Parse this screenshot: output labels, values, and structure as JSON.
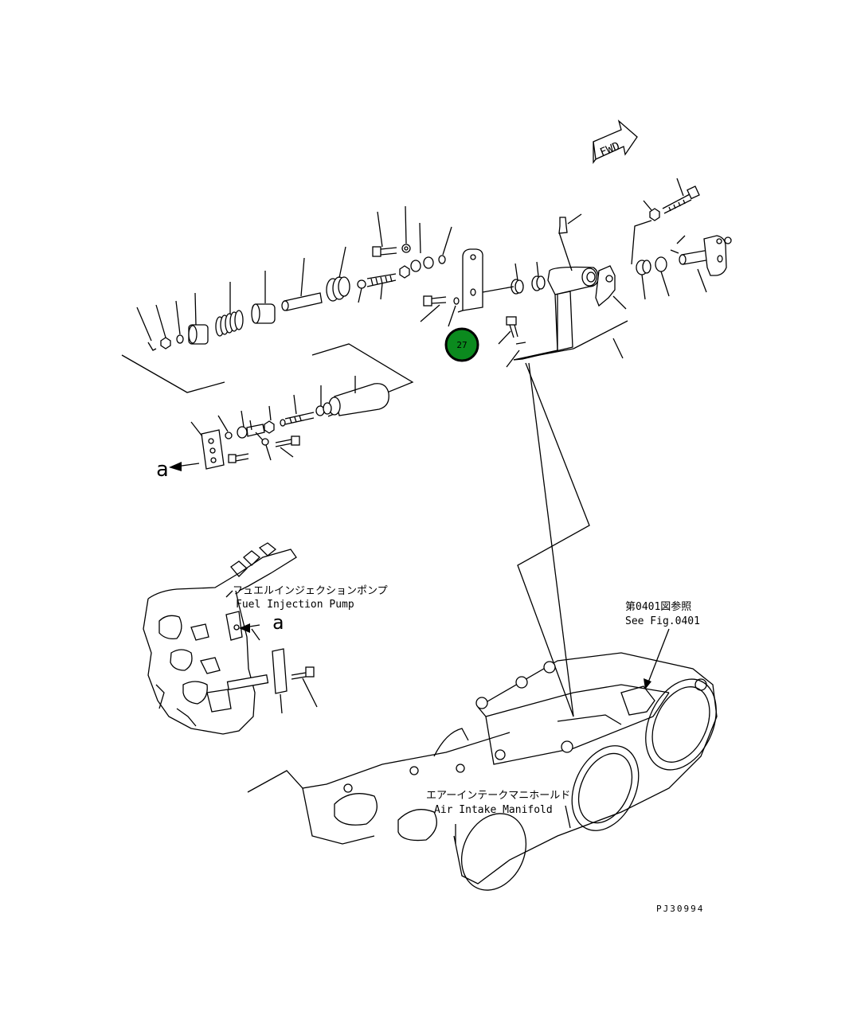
{
  "fwd_label": "FWD",
  "detail_label": "a",
  "callout": {
    "number": "27",
    "color": "#0b8a1e",
    "ring_color": "#000000",
    "text_color": "#ffffff"
  },
  "fuel_pump": {
    "label_jp": "フュエルインジェクションポンプ",
    "label_en": "Fuel Injection Pump"
  },
  "reference": {
    "label_jp": "第0401図参照",
    "label_en": "See Fig.0401"
  },
  "manifold": {
    "label_jp": "エアーインテークマニホールド",
    "label_en": "Air Intake Manifold"
  },
  "drawing_code": "PJ30994"
}
